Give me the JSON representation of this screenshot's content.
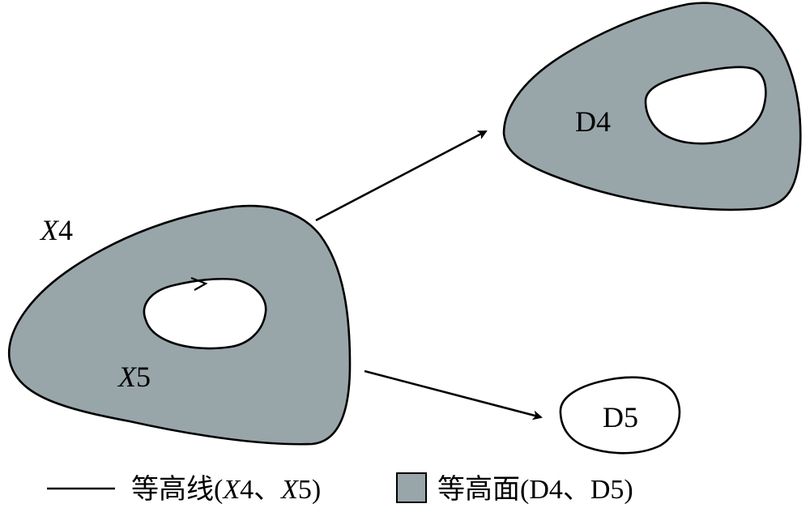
{
  "labels": {
    "x4": {
      "var": "X",
      "num": "4"
    },
    "x5": {
      "var": "X",
      "num": "5"
    },
    "d4": "D4",
    "d5": "D5"
  },
  "legend": {
    "line": {
      "text_prefix": "等高线(",
      "x4_var": "X",
      "x4_num": "4",
      "sep": "、",
      "x5_var": "X",
      "x5_num": "5",
      "text_suffix": ")"
    },
    "area": {
      "text": "等高面(D4、D5)"
    }
  },
  "colors": {
    "region_fill": "#98a6aa",
    "stroke": "#000000",
    "hole_fill": "#ffffff"
  }
}
